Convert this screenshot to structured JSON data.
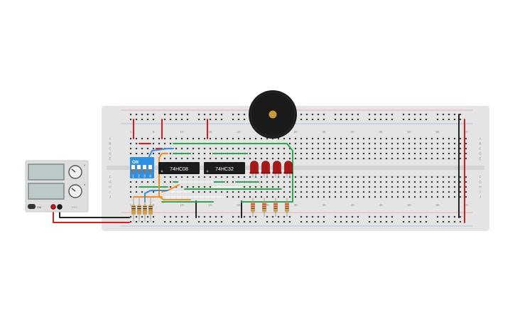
{
  "breadboard": {
    "column_labels": [
      "1",
      "5",
      "10",
      "15",
      "20",
      "25",
      "30",
      "35",
      "40",
      "45",
      "50",
      "55",
      "60"
    ],
    "row_labels_top": [
      "A",
      "B",
      "C",
      "D",
      "E"
    ],
    "row_labels_bottom": [
      "F",
      "G",
      "H",
      "I",
      "J"
    ],
    "color_board": "#e4e4e4"
  },
  "power_supply": {
    "knob_labels": [
      "V",
      "A"
    ],
    "switch_label": "ON",
    "brand_label": "PSU"
  },
  "dip_switch": {
    "on_label": "ON",
    "switch_numbers": [
      "1",
      "2",
      "3",
      "4"
    ],
    "color": "#2f8fe0"
  },
  "chips": [
    {
      "label": "74HC08"
    },
    {
      "label": "74HC32"
    }
  ],
  "colors": {
    "wire_red": "#d22020",
    "wire_black": "#222222",
    "wire_green": "#2fa84f",
    "wire_orange": "#f0901e",
    "wire_blue": "#3a8fd8",
    "wire_white": "#f4f4f4",
    "led_red": "#a81818",
    "buzzer": "#1a1a1a",
    "buzzer_center": "#c99b3a",
    "resistor_body": "#d9b56b"
  }
}
